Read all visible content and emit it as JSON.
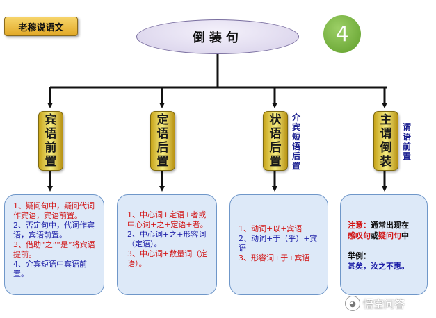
{
  "tag": "老穆说语文",
  "title": "倒装句",
  "number": "4",
  "categories": [
    {
      "chars": [
        "宾",
        "语",
        "前",
        "置"
      ],
      "side": []
    },
    {
      "chars": [
        "定",
        "语",
        "后",
        "置"
      ],
      "side": []
    },
    {
      "chars": [
        "状",
        "语",
        "后",
        "置"
      ],
      "side": [
        "介",
        "宾",
        "短",
        "语",
        "后",
        "置"
      ]
    },
    {
      "chars": [
        "主",
        "谓",
        "倒",
        "装"
      ],
      "side": [
        "谓",
        "语",
        "前",
        "置"
      ]
    }
  ],
  "boxes": {
    "b1": [
      {
        "text": "1、疑问句中，疑问代词作宾语，宾语前置。",
        "color": "red"
      },
      {
        "text": "2、否定句中，代词作宾语，宾语前置。",
        "color": "blue"
      },
      {
        "text": "3、借助“之”“是”将宾语提前。",
        "color": "red"
      },
      {
        "text": "4、介宾短语中宾语前置。",
        "color": "blue"
      }
    ],
    "b2": [
      {
        "text": "1、中心词+定语+者或中心词+之+定语+者。",
        "color": "red"
      },
      {
        "text": "2、中心词+之+形容词（定语）。",
        "color": "blue"
      },
      {
        "text": "3、中心词+数量词（定语）。",
        "color": "red"
      }
    ],
    "b3": [
      {
        "text": "1、动词+以+宾语",
        "color": "red"
      },
      {
        "text": "2、动词+于（乎）+宾语",
        "color": "blue"
      },
      {
        "text": "3、形容词+于+宾语",
        "color": "red"
      }
    ],
    "b4": {
      "note_label": "注意：",
      "note_text": "通常出现在",
      "note_red1": "感叹句",
      "note_or": "或",
      "note_red2": "疑问句",
      "note_end": "中",
      "example_label": "举例：",
      "example_text": "甚矣，汝之不惠。"
    }
  },
  "watermark": "悟空问答",
  "colors": {
    "red": "#d21414",
    "blue": "#1d1fa8",
    "pill": "#e8d34a",
    "box": "#dde9f8",
    "number_circle": "#7cb342"
  }
}
